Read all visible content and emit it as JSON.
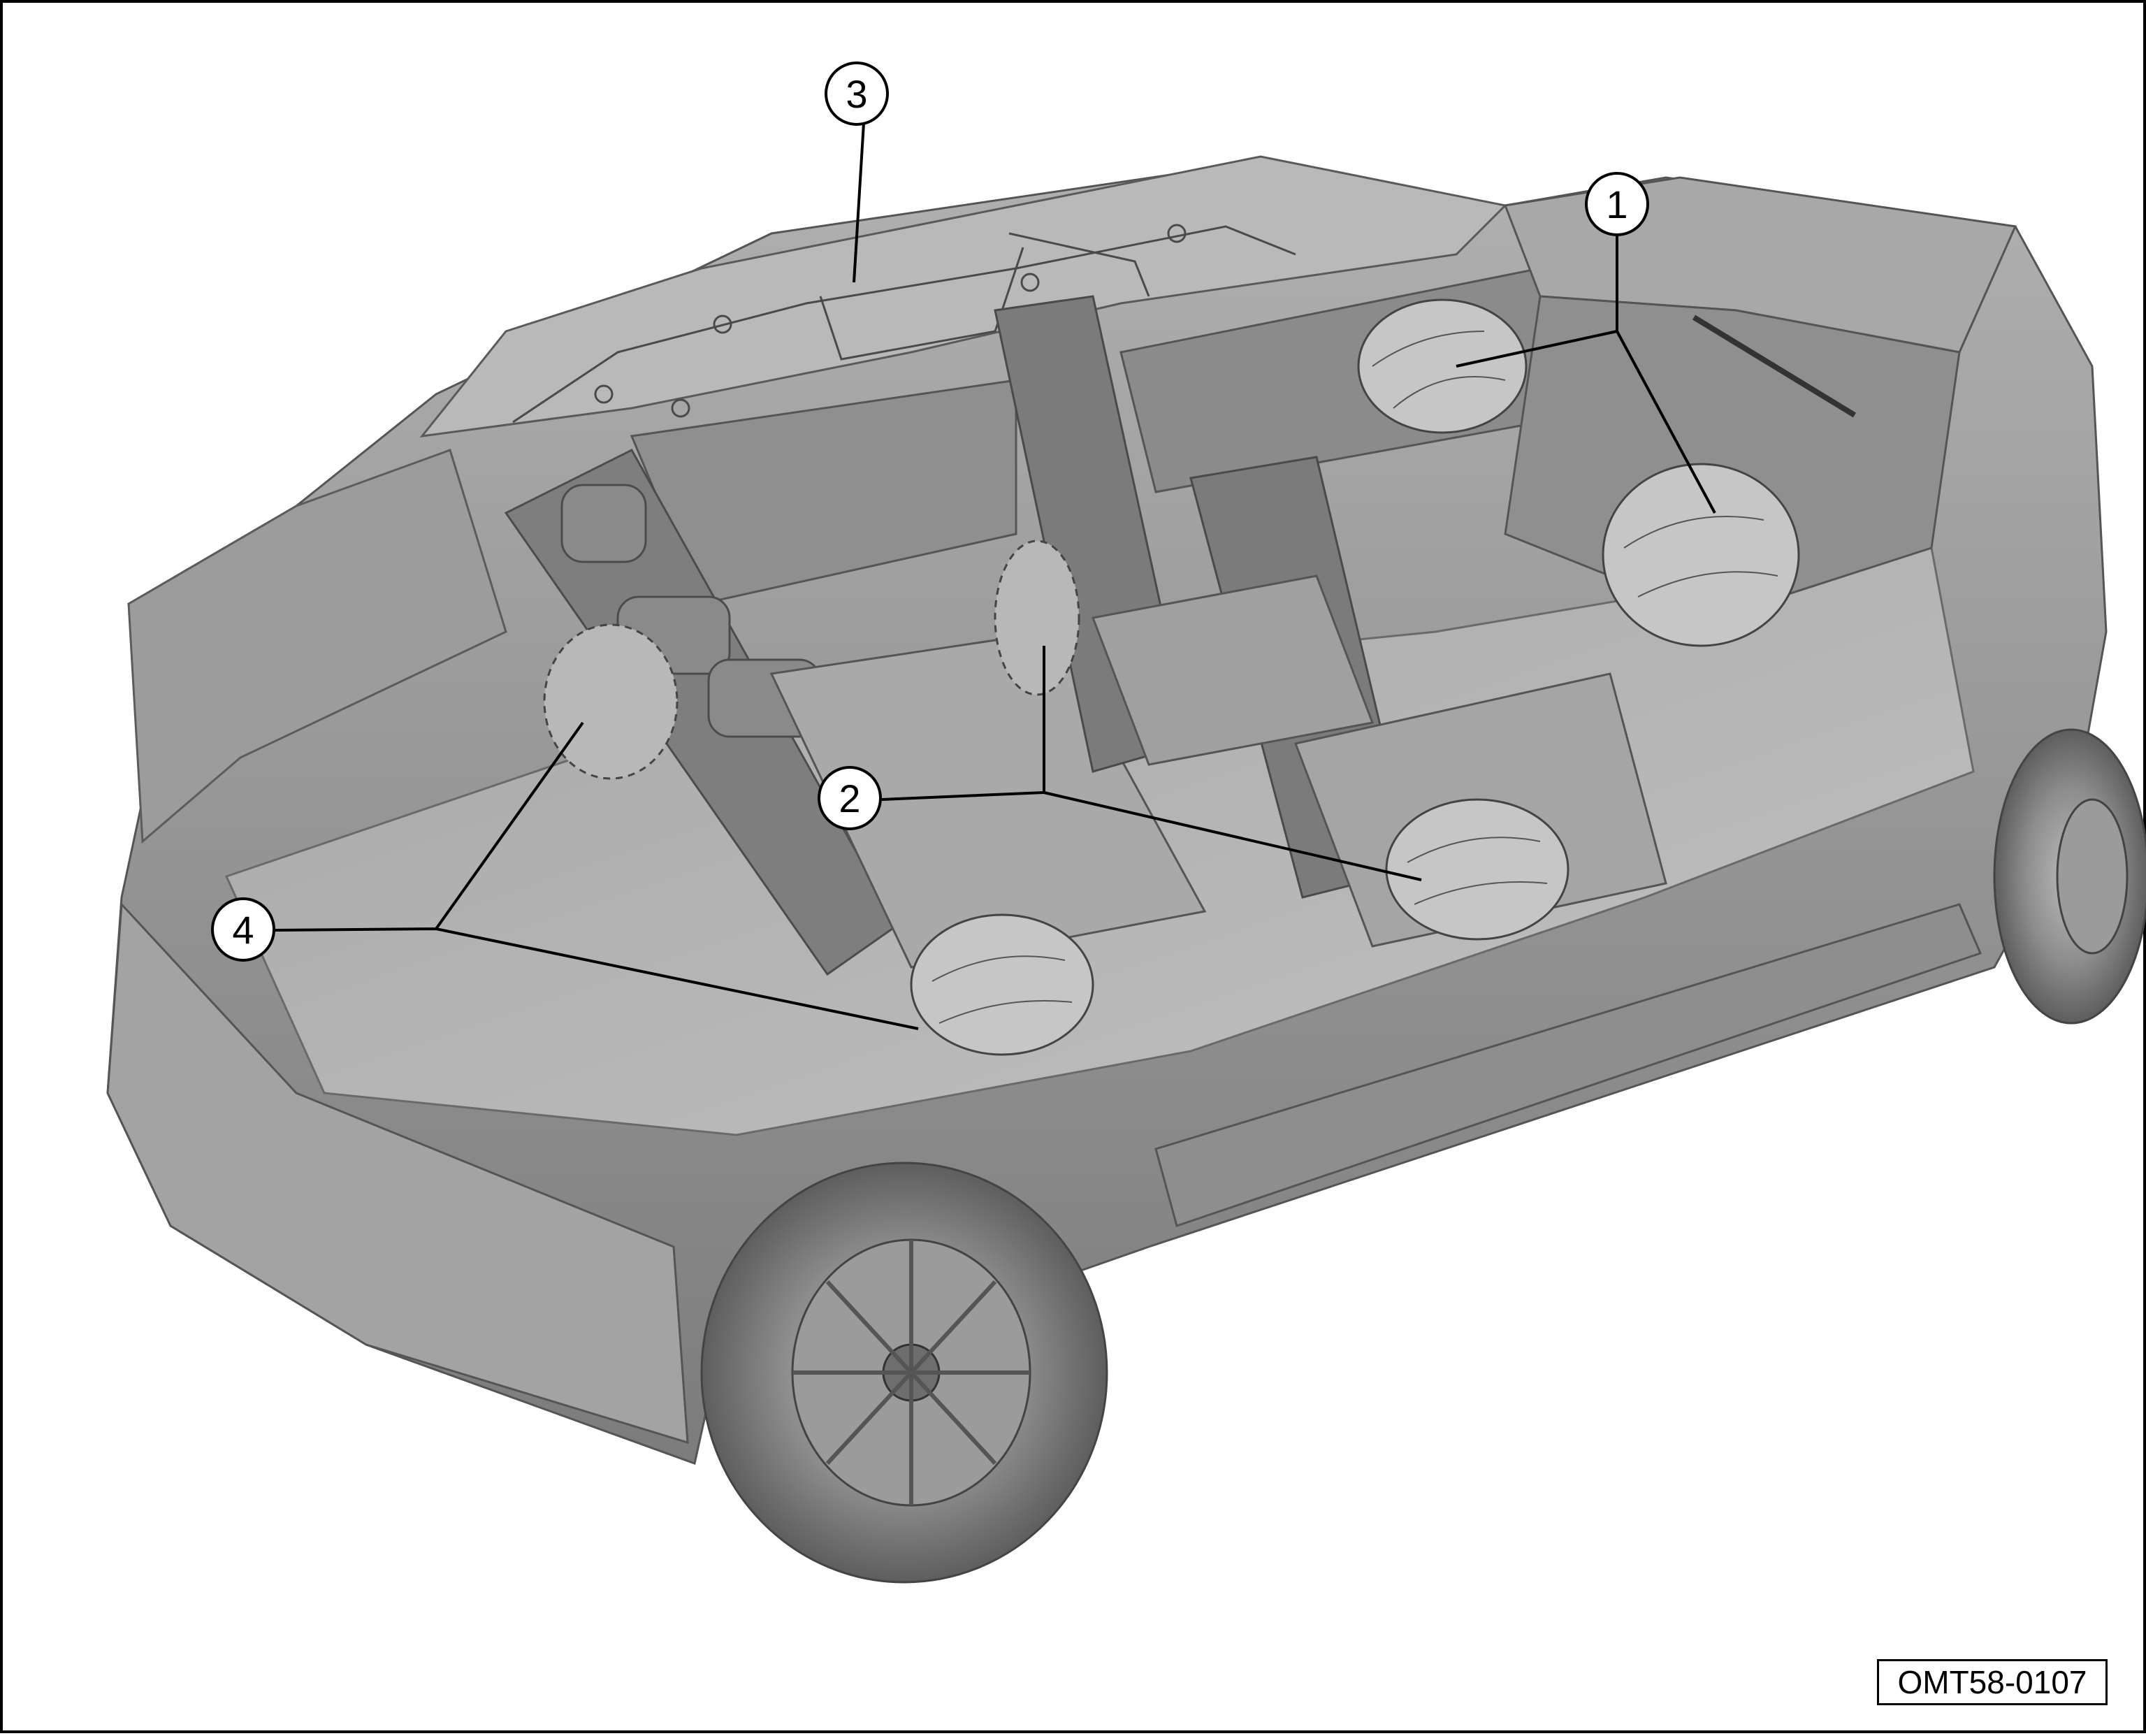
{
  "callouts": [
    {
      "number": "1"
    },
    {
      "number": "2"
    },
    {
      "number": "3"
    },
    {
      "number": "4"
    }
  ],
  "figure_code": "OMT58-0107",
  "colors": {
    "body_grey": "#9a9a9a",
    "shadow_grey": "#7a7a7a",
    "light_grey": "#c4c4c4",
    "line": "#000000"
  }
}
